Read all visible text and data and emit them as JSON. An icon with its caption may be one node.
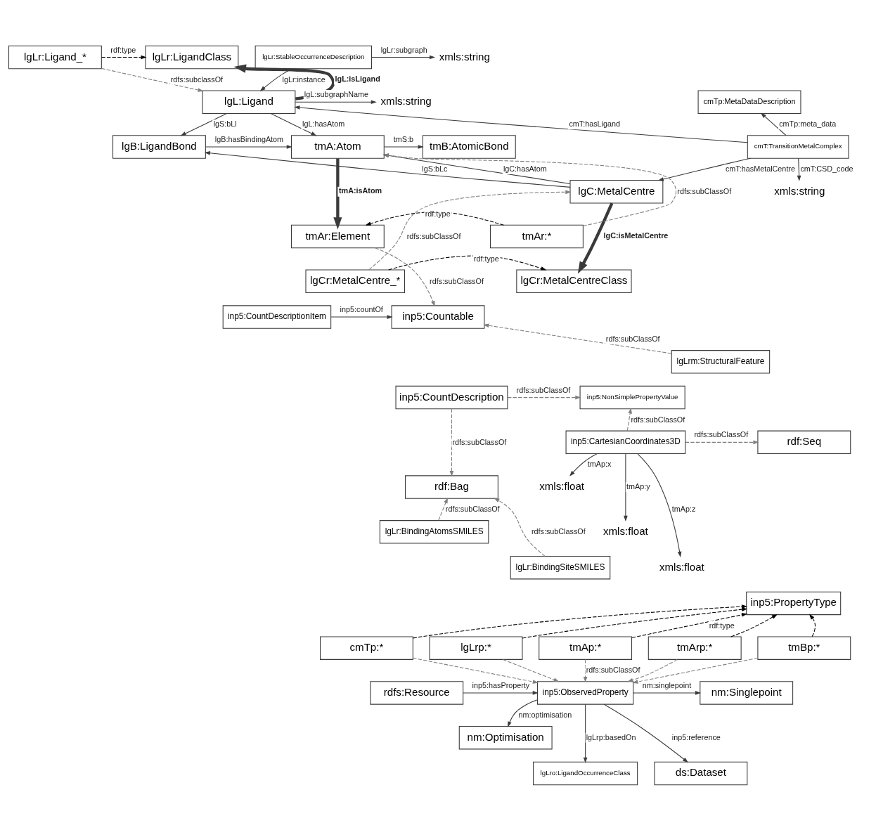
{
  "diagram": {
    "nodes": [
      {
        "text": [
          "lgLr:Ligand_*"
        ]
      },
      {
        "text": [
          "lgLr:LigandClass"
        ]
      },
      {
        "text": [
          "lgLr:StableOccurrenceDescription"
        ]
      },
      {
        "text": [
          "xmls:string"
        ]
      },
      {
        "text": [
          "cmTp:MetaDataDescription"
        ]
      },
      {
        "text": [
          "lgL:Ligand"
        ]
      },
      {
        "text": [
          "xmls:string"
        ]
      },
      {
        "text": [
          "cmT:TransitionMetalComplex"
        ]
      },
      {
        "text": [
          "lgB:LigandBond"
        ]
      },
      {
        "text": [
          "tmA:Atom"
        ]
      },
      {
        "text": [
          "tmB:AtomicBond"
        ]
      },
      {
        "text": [
          "xmls:string"
        ]
      },
      {
        "text": [
          "lgC:MetalCentre"
        ]
      },
      {
        "text": [
          "tmAr:*"
        ]
      },
      {
        "text": [
          "tmAr:Element"
        ]
      },
      {
        "text": [
          "lgCr:MetalCentre_*"
        ]
      },
      {
        "text": [
          "lgCr:MetalCentreClass"
        ]
      },
      {
        "text": [
          "inp5:CountDescriptionItem"
        ]
      },
      {
        "text": [
          "inp5:Countable"
        ]
      },
      {
        "text": [
          "lgLrm:StructuralFeature"
        ]
      },
      {
        "text": [
          "inp5:CountDescription"
        ]
      },
      {
        "text": [
          "inp5:NonSimplePropertyValue"
        ]
      },
      {
        "text": [
          "inp5:CartesianCoordinates3D"
        ]
      },
      {
        "text": [
          "rdf:Seq"
        ]
      },
      {
        "text": [
          "rdf:Bag"
        ]
      },
      {
        "text": [
          "xmls:float"
        ]
      },
      {
        "text": [
          "lgLr:BindingAtomsSMILES"
        ]
      },
      {
        "text": [
          "xmls:float"
        ]
      },
      {
        "text": [
          "lgLr:BindingSiteSMILES"
        ]
      },
      {
        "text": [
          "xmls:float"
        ]
      },
      {
        "text": [
          "inp5:PropertyType"
        ]
      },
      {
        "text": [
          "cmTp:*"
        ]
      },
      {
        "text": [
          "lgLrp:*"
        ]
      },
      {
        "text": [
          "tmAp:*"
        ]
      },
      {
        "text": [
          "tmArp:*"
        ]
      },
      {
        "text": [
          "tmBp:*"
        ]
      },
      {
        "text": [
          "rdfs:Resource"
        ]
      },
      {
        "text": [
          "inp5:ObservedProperty"
        ]
      },
      {
        "text": [
          "nm:Singlepoint"
        ]
      },
      {
        "text": [
          "nm:Optimisation"
        ]
      },
      {
        "text": [
          "lgLro:LigandOccurrenceClass"
        ]
      },
      {
        "text": [
          "ds:Dataset"
        ]
      }
    ],
    "edges": [
      {
        "from": 0,
        "to": 1,
        "arrow": "to",
        "label": "rdf:type",
        "style": "dashed",
        "color": "#000000"
      },
      {
        "from": 0,
        "to": 5,
        "arrow": "to",
        "label": "rdfs:subclassOf",
        "style": "dashed",
        "color": "#7f7f7f"
      },
      {
        "from": 5,
        "to": 1,
        "arrow": "to",
        "label": "lgL:isLigand",
        "style": "thick"
      },
      {
        "from": 2,
        "to": 3,
        "arrow": "to",
        "label": "lgLr:subgraph"
      },
      {
        "from": 2,
        "to": 5,
        "arrow": "to",
        "label": "lgLr:instance"
      },
      {
        "from": 7,
        "to": 4,
        "arrow": "to",
        "label": "cmTp:meta_data"
      },
      {
        "from": 7,
        "to": 5,
        "arrow": "to",
        "label": "cmT:hasLigand"
      },
      {
        "from": 5,
        "to": 6,
        "arrow": "to",
        "label": "lgL:subgraphName"
      },
      {
        "from": 5,
        "to": 8,
        "arrow": "to",
        "label": "lgS:bLl"
      },
      {
        "from": 5,
        "to": 9,
        "arrow": "to",
        "label": "lgL:hasAtom"
      },
      {
        "from": 8,
        "to": 9,
        "arrow": "to",
        "label": "lgB:hasBindingAtom"
      },
      {
        "from": 12,
        "to": 9,
        "arrow": "to",
        "label": "lgC:hasAtom"
      },
      {
        "from": 9,
        "to": 10,
        "arrow": "to",
        "label": "tmS:b"
      },
      {
        "from": 7,
        "to": 11,
        "arrow": "to",
        "label": "cmT:CSD_code"
      },
      {
        "from": 7,
        "to": 12,
        "arrow": "to",
        "label": "cmT:hasMetalCentre"
      },
      {
        "from": 12,
        "to": 8,
        "arrow": "to",
        "label": "lgS:bLc"
      },
      {
        "from": 13,
        "to": 9,
        "arrow": "to",
        "label": "rdfs:subClassOf",
        "style": "dashed",
        "color": "#7f7f7f"
      },
      {
        "from": 9,
        "to": 14,
        "arrow": "to",
        "label": "tmA:isAtom",
        "style": "thick"
      },
      {
        "from": 15,
        "to": 12,
        "arrow": "to",
        "label": "rdfs:subClassOf",
        "style": "dashed",
        "color": "#7f7f7f"
      },
      {
        "from": 12,
        "to": 16,
        "arrow": "to",
        "label": "lgC:isMetalCentre",
        "style": "thick"
      },
      {
        "from": 13,
        "to": 14,
        "arrow": "to",
        "label": "rdf:type",
        "style": "dashed",
        "color": "#000000"
      },
      {
        "from": 15,
        "to": 16,
        "arrow": "to",
        "label": "rdf:type",
        "style": "dashed",
        "color": "#000000"
      },
      {
        "from": 17,
        "to": 18,
        "arrow": "to",
        "label": "inp5:countOf"
      },
      {
        "from": 14,
        "to": 18,
        "arrow": "to",
        "label": "rdfs:subClassOf",
        "style": "dashed",
        "color": "#7f7f7f"
      },
      {
        "from": 19,
        "to": 18,
        "arrow": "to",
        "label": "rdfs:subClassOf",
        "style": "dashed",
        "color": "#7f7f7f"
      },
      {
        "from": 20,
        "to": 21,
        "arrow": "to",
        "label": "rdfs:subClassOf",
        "style": "dashed",
        "color": "#7f7f7f"
      },
      {
        "from": 20,
        "to": 24,
        "arrow": "to",
        "label": "rdfs:subClassOf",
        "style": "dashed",
        "color": "#7f7f7f"
      },
      {
        "from": 22,
        "to": 21,
        "arrow": "to",
        "label": "rdfs:subClassOf",
        "style": "dashed",
        "color": "#7f7f7f"
      },
      {
        "from": 22,
        "to": 23,
        "arrow": "to",
        "label": "rdfs:subClassOf",
        "style": "dashed",
        "color": "#7f7f7f"
      },
      {
        "from": 22,
        "to": 25,
        "arrow": "to",
        "label": "tmAp:x"
      },
      {
        "from": 22,
        "to": 27,
        "arrow": "to",
        "label": "tmAp:y"
      },
      {
        "from": 22,
        "to": 29,
        "arrow": "to",
        "label": "tmAp:z"
      },
      {
        "from": 26,
        "to": 24,
        "arrow": "to",
        "label": "rdfs:subClassOf",
        "style": "dashed",
        "color": "#7f7f7f"
      },
      {
        "from": 28,
        "to": 24,
        "arrow": "to",
        "label": "rdfs:subClassOf",
        "style": "dashed",
        "color": "#7f7f7f"
      },
      {
        "from": 31,
        "to": 30,
        "arrow": "to",
        "style": "dashed",
        "color": "#000000"
      },
      {
        "from": 32,
        "to": 30,
        "arrow": "to",
        "style": "dashed",
        "color": "#000000"
      },
      {
        "from": 33,
        "to": 30,
        "arrow": "to",
        "label": "rdf:type",
        "style": "dashed",
        "color": "#000000"
      },
      {
        "from": 34,
        "to": 30,
        "arrow": "to",
        "style": "dashed",
        "color": "#000000"
      },
      {
        "from": 35,
        "to": 30,
        "arrow": "to",
        "style": "dashed",
        "color": "#000000"
      },
      {
        "from": 31,
        "to": 37,
        "arrow": "to",
        "style": "dashed",
        "color": "#7f7f7f"
      },
      {
        "from": 32,
        "to": 37,
        "arrow": "to",
        "style": "dashed",
        "color": "#7f7f7f"
      },
      {
        "from": 33,
        "to": 37,
        "arrow": "to",
        "label": "rdfs:subClassOf",
        "style": "dashed",
        "color": "#7f7f7f"
      },
      {
        "from": 34,
        "to": 37,
        "arrow": "to",
        "style": "dashed",
        "color": "#7f7f7f"
      },
      {
        "from": 35,
        "to": 37,
        "arrow": "to",
        "style": "dashed",
        "color": "#7f7f7f"
      },
      {
        "from": 36,
        "to": 37,
        "arrow": "to",
        "label": "inp5:hasProperty"
      },
      {
        "from": 37,
        "to": 38,
        "arrow": "to",
        "label": "nm:singlepoint"
      },
      {
        "from": 37,
        "to": 39,
        "arrow": "to",
        "label": "nm:optimisation"
      },
      {
        "from": 37,
        "to": 40,
        "arrow": "to",
        "label": "lgLrp:basedOn"
      },
      {
        "from": 37,
        "to": 41,
        "arrow": "to",
        "label": "inp5:reference"
      }
    ]
  }
}
